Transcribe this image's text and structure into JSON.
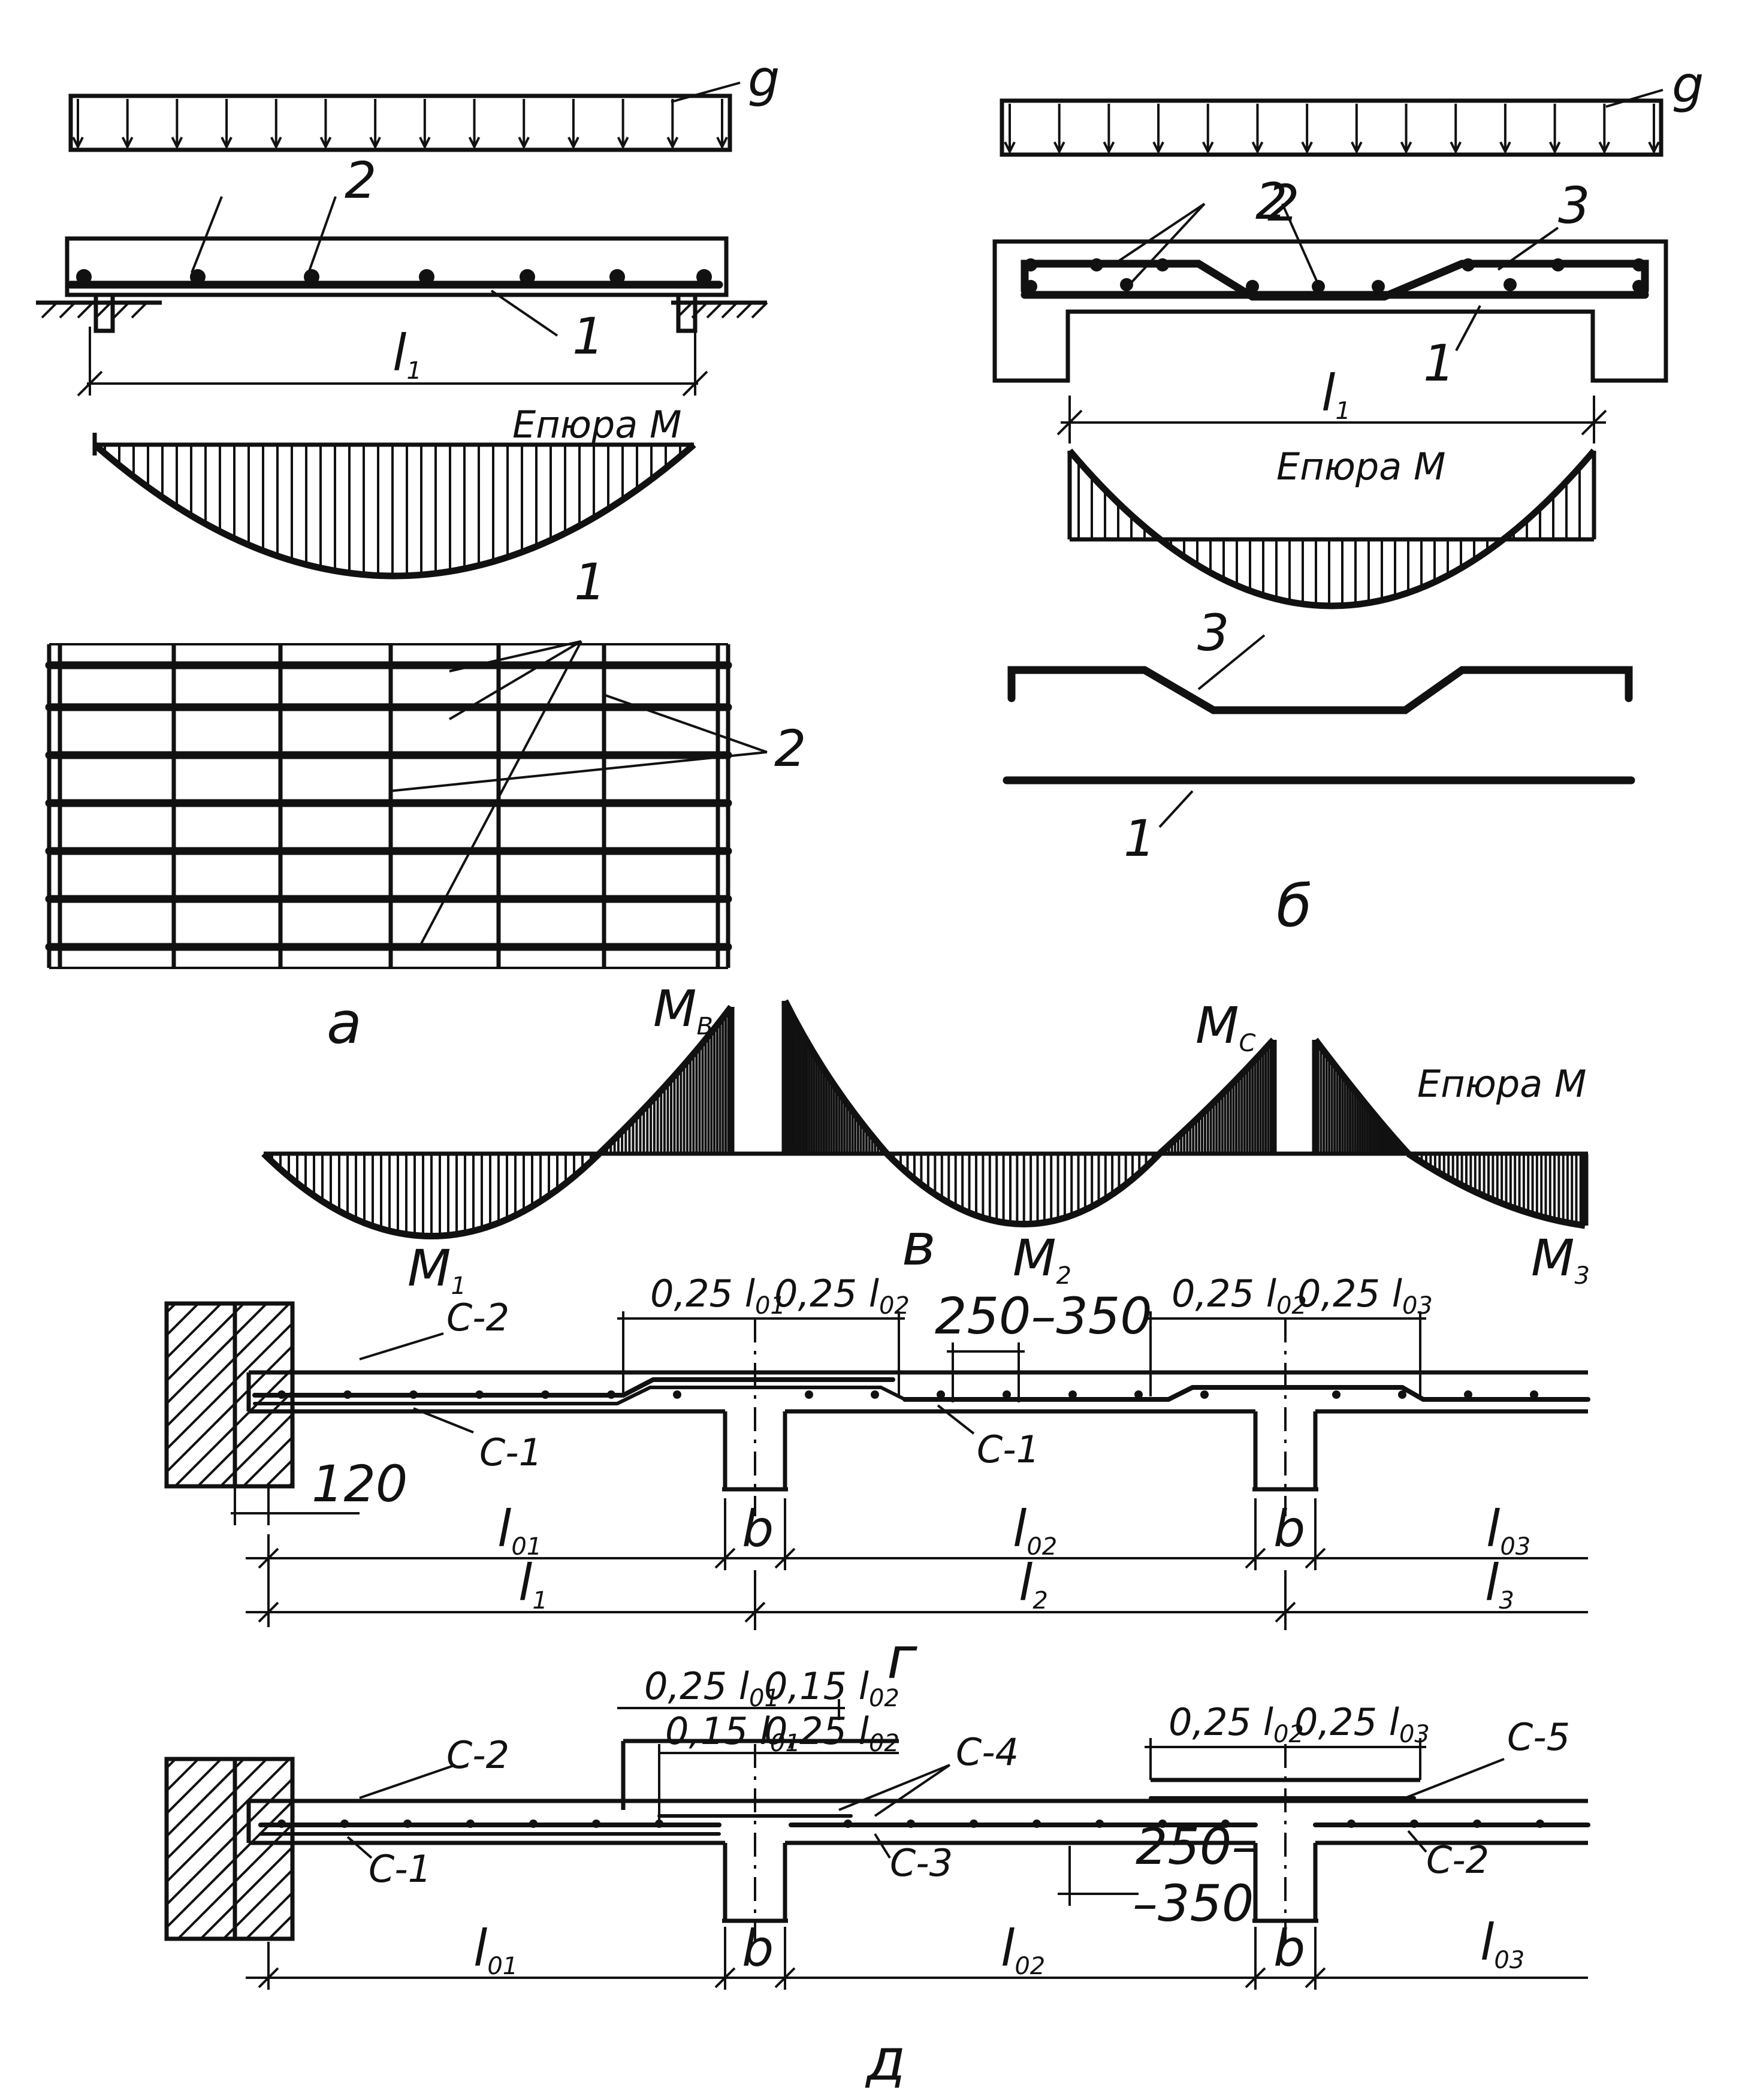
{
  "figure_a": {
    "load_label": "g",
    "bar_label_2": "2",
    "bar_label_1": "1",
    "span_label": "l",
    "span_sub": "1",
    "diagram_title": "Епюра M",
    "mesh_label_1": "1",
    "mesh_label_2": "2",
    "caption": "а"
  },
  "figure_b": {
    "load_label": "g",
    "bar_label_2": "2",
    "bar_label_2b": "2",
    "bar_label_3": "3",
    "bar_label_1": "1",
    "span_label": "l",
    "span_sub": "1",
    "diagram_title": "Епюра M",
    "bar3_label": "3",
    "bar1_label": "1",
    "caption": "б"
  },
  "figure_v": {
    "mb_label": "M",
    "mb_sub": "B",
    "mc_label": "M",
    "mc_sub": "C",
    "diagram_title": "Епюра M",
    "m1_label": "M",
    "m1_sub": "1",
    "m2_label": "M",
    "m2_sub": "2",
    "m3_label": "M",
    "m3_sub": "3",
    "caption": "в"
  },
  "figure_g": {
    "dim_1": "0,25 l",
    "dim_1_sub": "01",
    "dim_2": "0,25 l",
    "dim_2_sub": "02",
    "spacing": "250–350",
    "dim_3": "0,25 l",
    "dim_3_sub": "02",
    "dim_4": "0,25 l",
    "dim_4_sub": "03",
    "mesh_top": "С-2",
    "mesh_bottom": "С-1",
    "mesh_bottom_2": "С-1",
    "support_depth": "120",
    "span_01": "l",
    "span_01_sub": "01",
    "span_02": "l",
    "span_02_sub": "02",
    "span_03": "l",
    "span_03_sub": "03",
    "rib_width": "b",
    "rib_width_2": "b",
    "axis_1": "l",
    "axis_1_sub": "1",
    "axis_2": "l",
    "axis_2_sub": "2",
    "axis_3": "l",
    "axis_3_sub": "3",
    "caption": "г"
  },
  "figure_d": {
    "dim_1": "0,25 l",
    "dim_1_sub": "01",
    "dim_2": "0,15 l",
    "dim_2_sub": "02",
    "dim_3": "0,15 l",
    "dim_3_sub": "01",
    "dim_4": "0,25 l",
    "dim_4_sub": "02",
    "dim_5": "0,25 l",
    "dim_5_sub": "02",
    "dim_6": "0,25 l",
    "dim_6_sub": "03",
    "mesh_c2": "С-2",
    "mesh_c1": "С-1",
    "mesh_c4": "С-4",
    "mesh_c3": "С-3",
    "mesh_c5": "С-5",
    "mesh_c2b": "С-2",
    "spacing_top": "250–",
    "spacing_bottom": "–350",
    "span_01": "l",
    "span_01_sub": "01",
    "span_02": "l",
    "span_02_sub": "02",
    "span_03": "l",
    "span_03_sub": "03",
    "rib_width": "b",
    "rib_width_2": "b",
    "caption": "д"
  }
}
